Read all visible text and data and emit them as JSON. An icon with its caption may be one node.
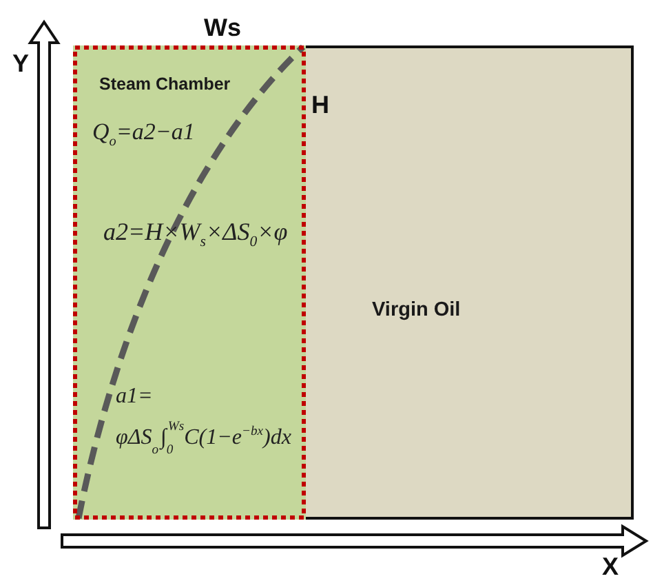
{
  "diagram": {
    "nodes": [
      {
        "text": [
          "Steam Chamber",
          "Q$_{o}$=a2−a1",
          "a2=H×W$_{s}$×ΔS$_{0}$×φ",
          "a1= φΔS$_{o}$∫$_{0}$$^{Ws}$C(1−e$^{−bx}$)dx"
        ]
      },
      {
        "text": [
          "Virgin Oil"
        ]
      }
    ],
    "labels": [
      "Ws",
      "Y",
      "H",
      "X"
    ]
  }
}
